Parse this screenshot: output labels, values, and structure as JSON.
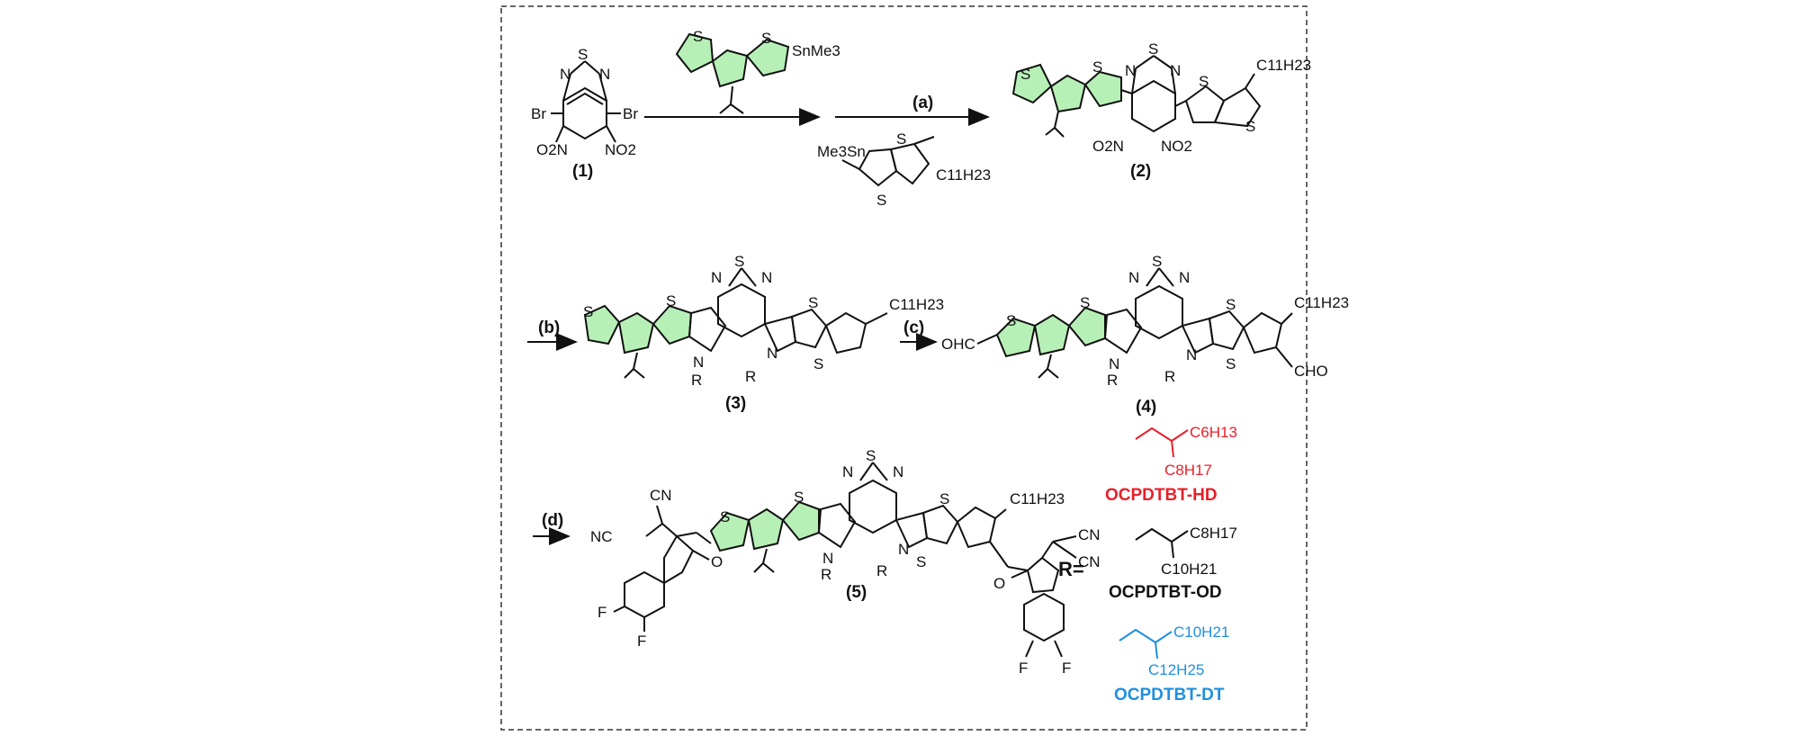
{
  "compounds": {
    "c1": "(1)",
    "c2": "(2)",
    "c3": "(3)",
    "c4": "(4)",
    "c5": "(5)"
  },
  "steps": {
    "a": "(a)",
    "b": "(b)",
    "c": "(c)",
    "d": "(d)"
  },
  "atoms": {
    "br": "Br",
    "no2": "NO2",
    "o2n": "O2N",
    "n": "N",
    "s": "S",
    "snme3": "SnMe3",
    "me3sn": "Me3Sn",
    "c11h23": "C11H23",
    "ohc": "OHC",
    "cho": "CHO",
    "cn": "CN",
    "nc": "NC",
    "o": "O",
    "f": "F",
    "r": "R"
  },
  "r_label": "R=",
  "substituents": [
    {
      "branch_a": "C6H13",
      "branch_b": "C8H17",
      "name": "OCPDTBT-HD",
      "color": "#e8202a"
    },
    {
      "branch_a": "C8H17",
      "branch_b": "C10H21",
      "name": "OCPDTBT-OD",
      "color": "#111111"
    },
    {
      "branch_a": "C10H21",
      "branch_b": "C12H25",
      "name": "OCPDTBT-DT",
      "color": "#1e8fe0"
    }
  ],
  "colors": {
    "thiophene_fill": "#b7f0b7",
    "frame": "#333333"
  }
}
